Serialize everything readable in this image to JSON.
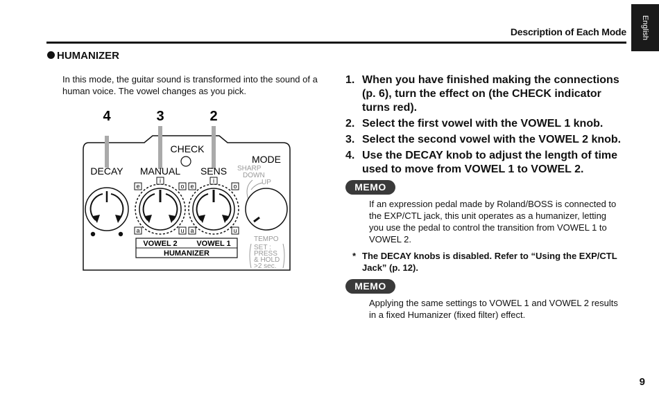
{
  "header": {
    "language_tab": "English",
    "title": "Description of Each Mode",
    "page_number": "9"
  },
  "section": {
    "title": "HUMANIZER",
    "intro": "In this mode, the guitar sound is transformed into the sound of a human voice. The vowel changes as you pick."
  },
  "diagram": {
    "callouts": [
      "4",
      "3",
      "2"
    ],
    "labels": {
      "check": "CHECK",
      "mode": "MODE",
      "decay": "DECAY",
      "manual": "MANUAL",
      "sens": "SENS",
      "sharp": "SHARP",
      "down": "DOWN",
      "up": "UP",
      "tempo": "TEMPO",
      "set1": "SET :",
      "set2": "PRESS",
      "set3": "& HOLD",
      "set4": ">2 sec.",
      "vowel2": "VOWEL 2",
      "vowel1": "VOWEL 1",
      "humanizer": "HUMANIZER",
      "v_e": "e",
      "v_i": "i",
      "v_o": "o",
      "v_a": "a",
      "v_u": "u"
    }
  },
  "steps": [
    {
      "num": "1.",
      "text": "When you have finished making the connections (p. 6), turn the effect on (the CHECK indicator turns red)."
    },
    {
      "num": "2.",
      "text": "Select the first vowel with the VOWEL 1 knob."
    },
    {
      "num": "3.",
      "text": "Select the second vowel with the VOWEL 2 knob."
    },
    {
      "num": "4.",
      "text": "Use the DECAY knob to adjust the length of time used to move from VOWEL 1 to VOWEL 2."
    }
  ],
  "memos": [
    {
      "label": "MEMO",
      "text": "If an expression pedal made by Roland/BOSS is connected to the EXP/CTL jack, this unit operates as a humanizer, letting you use the pedal to control the transition from VOWEL 1 to VOWEL 2."
    },
    {
      "label": "MEMO",
      "text": "Applying the same settings to VOWEL 1 and VOWEL 2 results in a fixed Humanizer (fixed filter) effect."
    }
  ],
  "note": {
    "marker": "*",
    "text": "The DECAY knobs is disabled. Refer to “Using the EXP/CTL Jack” (p. 12)."
  }
}
